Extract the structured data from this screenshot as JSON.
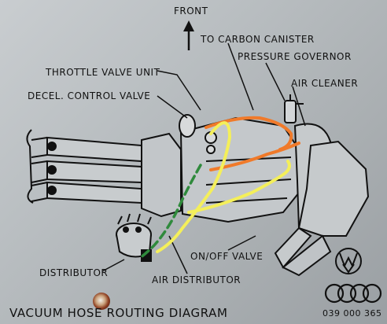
{
  "labels": {
    "front": "FRONT",
    "carbon_canister": "TO CARBON CANISTER",
    "pressure_governor": "PRESSURE GOVERNOR",
    "air_cleaner": "AIR CLEANER",
    "throttle_valve_unit": "THROTTLE VALVE UNIT",
    "decel_control_valve": "DECEL. CONTROL VALVE",
    "on_off_valve": "ON/OFF VALVE",
    "distributor": "DISTRIBUTOR",
    "air_distributor": "AIR DISTRIBUTOR",
    "title": "VACUUM HOSE ROUTING DIAGRAM",
    "part_number": "039 000 365"
  },
  "hose_colors": {
    "orange": "#f07a2a",
    "yellow": "#f4ef5a",
    "green": "#2f8a3c"
  },
  "icons": [
    "front-arrow-icon",
    "vw-logo-icon",
    "audi-rings-icon"
  ]
}
